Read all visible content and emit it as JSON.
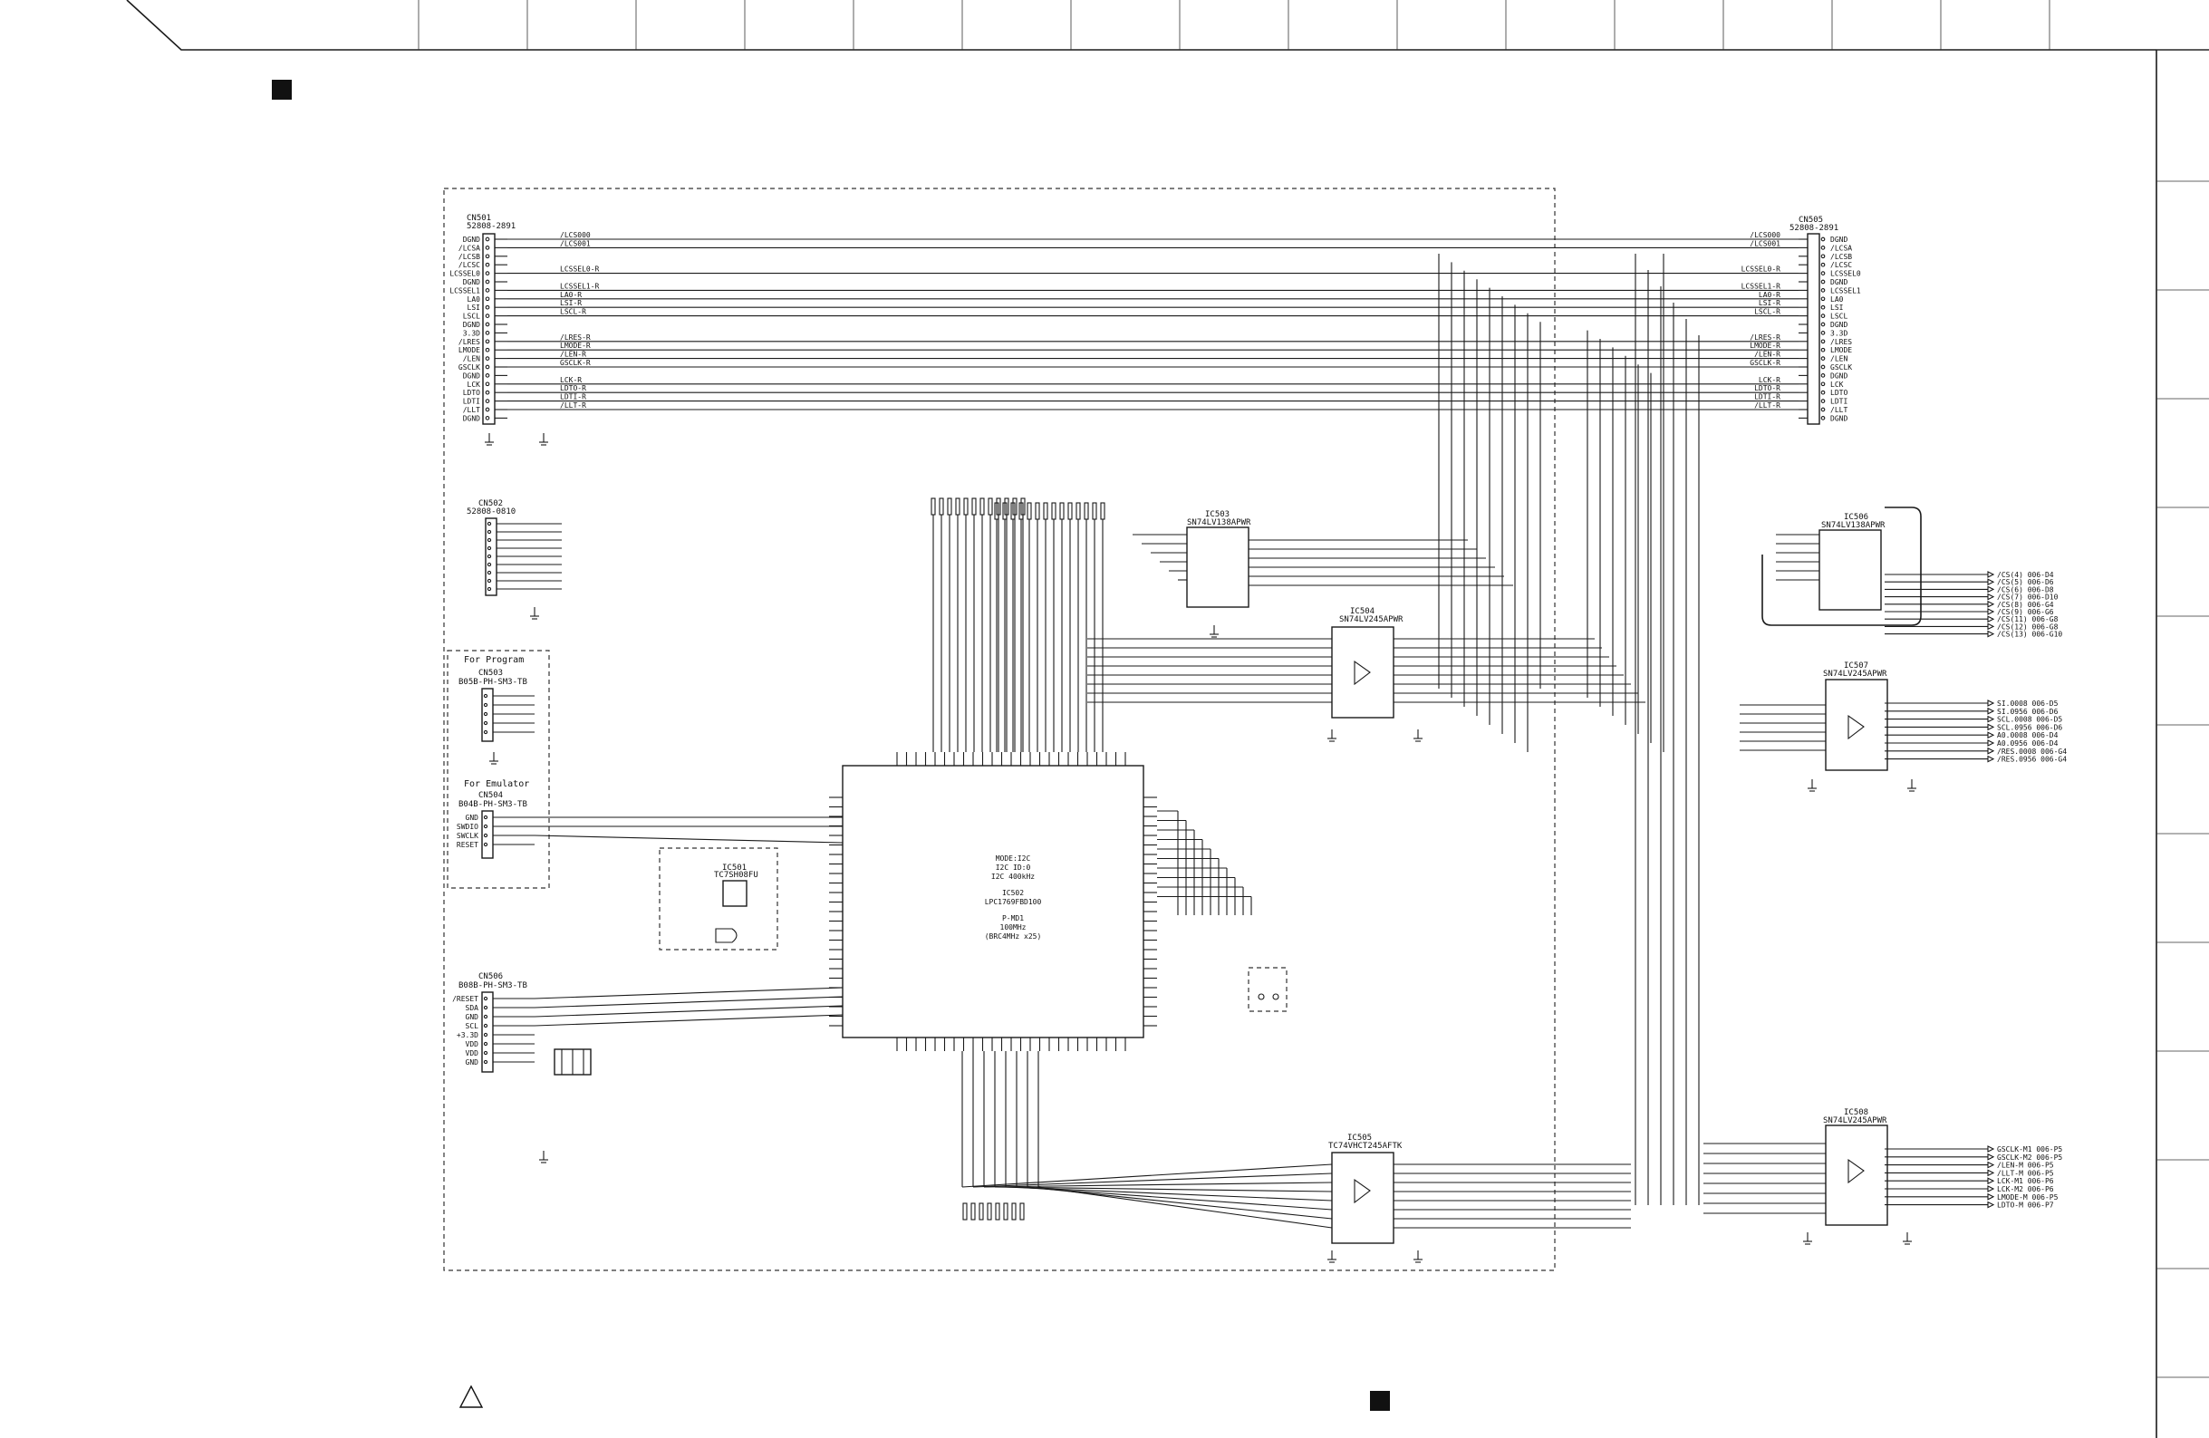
{
  "connectors": {
    "cn501": {
      "ref": "CN501",
      "part": "52808-2891",
      "pins": [
        "DGND",
        "/LCSA",
        "/LCSB",
        "/LCSC",
        "LCSSEL0",
        "DGND",
        "LCSSEL1",
        "LA0",
        "LSI",
        "LSCL",
        "DGND",
        "3.3D",
        "/LRES",
        "LMODE",
        "/LEN",
        "GSCLK",
        "DGND",
        "LCK",
        "LDTO",
        "LDTI",
        "/LLT",
        "DGND"
      ]
    },
    "cn505": {
      "ref": "CN505",
      "part": "52808-2891",
      "pins": [
        "DGND",
        "/LCSA",
        "/LCSB",
        "/LCSC",
        "LCSSEL0",
        "DGND",
        "LCSSEL1",
        "LA0",
        "LSI",
        "LSCL",
        "DGND",
        "3.3D",
        "/LRES",
        "LMODE",
        "/LEN",
        "GSCLK",
        "DGND",
        "LCK",
        "LDTO",
        "LDTI",
        "/LLT",
        "DGND"
      ]
    },
    "cn502": {
      "ref": "CN502",
      "part": "52808-0810"
    },
    "cn503": {
      "ref": "CN503",
      "part": "B05B-PH-SM3-TB",
      "heading": "For Program"
    },
    "cn504": {
      "ref": "CN504",
      "part": "B04B-PH-SM3-TB",
      "heading": "For Emulator",
      "pins": [
        "GND",
        "SWDIO",
        "SWCLK",
        "RESET"
      ]
    },
    "cn505b": {
      "ref": "CN506",
      "part": "B08B-PH-SM3-TB",
      "pins": [
        "/RESET",
        "SDA",
        "GND",
        "SCL",
        "+3.3D",
        "VDD",
        "VDD",
        "GND"
      ]
    }
  },
  "chips": {
    "ic502": {
      "ref": "IC502",
      "lines": [
        "MODE:I2C",
        "I2C ID:0",
        "I2C 400kHz",
        "IC502",
        "LPC1769FBD100",
        "P-MD1",
        "100MHz",
        "(BRC4MHz x25)"
      ]
    },
    "ic503": {
      "ref": "IC503",
      "part": "SN74LV138APWR"
    },
    "ic504": {
      "ref": "IC504",
      "part": "SN74LV245APWR"
    },
    "ic506": {
      "ref": "IC506",
      "part": "SN74LV138APWR"
    },
    "ic507": {
      "ref": "IC507",
      "part": "SN74LV245APWR"
    },
    "ic505": {
      "ref": "IC505",
      "part": "TC74VHCT245AFTK"
    },
    "ic508": {
      "ref": "IC508",
      "part": "SN74LV245APWR"
    },
    "ic501": {
      "ref": "IC501",
      "part": "TC7SH08FU"
    }
  },
  "nets": {
    "top_bus": [
      "/LCS000",
      "/LCS001",
      "LCSSEL0-R",
      "LCSSEL1-R",
      "LA0-R",
      "LSI-R",
      "LSCL-R",
      "/LRES-R",
      "LMODE-R",
      "/LEN-R",
      "GSCLK-R",
      "LCK-R",
      "LDTO-R",
      "LDTI-R",
      "/LLT-R"
    ],
    "right_outputs_1": [
      "/CS(4) 006-D4",
      "/CS(5) 006-D6",
      "/CS(6) 006-D8",
      "/CS(7) 006-D10",
      "/CS(8) 006-G4",
      "/CS(9) 006-G6",
      "/CS(11) 006-G8",
      "/CS(12) 006-G8",
      "/CS(13) 006-G10"
    ],
    "right_outputs_2": [
      "SI.0008 006-D5",
      "SI.0956 006-D6",
      "SCL.0008 006-D5",
      "SCL.0956 006-D6",
      "A0.0008 006-D4",
      "A0.0956 006-D4",
      "/RES.0008 006-G4",
      "/RES.0956 006-G4"
    ],
    "right_outputs_3": [
      "GSCLK-M1 006-P5",
      "GSCLK-M2 006-P5",
      "/LEN-M 006-P5",
      "/LLT-M 006-P5",
      "LCK-M1 006-P6",
      "LCK-M2 006-P6",
      "LMODE-M 006-P5",
      "LDTO-M 006-P7"
    ]
  },
  "marks": {
    "triangle_label": ""
  }
}
